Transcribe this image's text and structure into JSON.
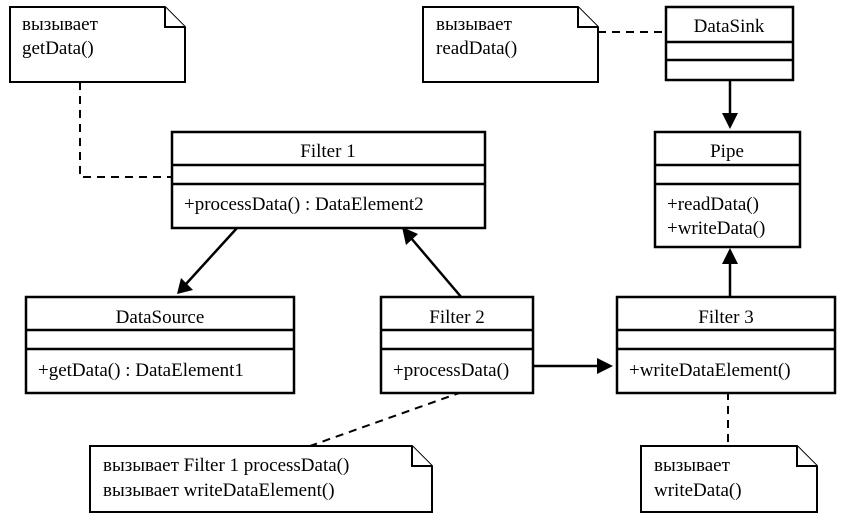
{
  "classes": {
    "filter1": {
      "name": "Filter 1",
      "method": "+processData() : DataElement2"
    },
    "datasource": {
      "name": "DataSource",
      "method": "+getData() : DataElement1"
    },
    "filter2": {
      "name": "Filter 2",
      "method": "+processData()"
    },
    "filter3": {
      "name": "Filter 3",
      "method": "+writeDataElement()"
    },
    "pipe": {
      "name": "Pipe",
      "method1": "+readData()",
      "method2": "+writeData()"
    },
    "datasink": {
      "name": "DataSink"
    }
  },
  "notes": {
    "getdata": {
      "line1": "вызывает",
      "line2": "getData()"
    },
    "readdata": {
      "line1": "вызывает",
      "line2": "readData()"
    },
    "filter2": {
      "line1": "вызывает Filter 1 processData()",
      "line2": "вызывает writeDataElement()"
    },
    "writedata": {
      "line1": "вызывает",
      "line2": "writeData()"
    }
  }
}
